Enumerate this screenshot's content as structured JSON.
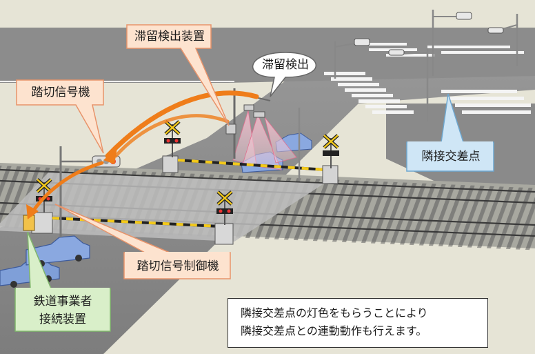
{
  "labels": {
    "detector_device": "滞留検出装置",
    "detection": "滞留検出",
    "crossing_signal": "踏切信号機",
    "adjacent_intersection": "隣接交差点",
    "crossing_signal_controller": "踏切信号制御機",
    "railway_connection_line1": "鉄道事業者",
    "railway_connection_line2": "接続装置"
  },
  "note": {
    "line1": "隣接交差点の灯色をもらうことにより",
    "line2": "隣接交差点との連動動作も行えます。"
  },
  "colors": {
    "orange_callout": "#fde3cf",
    "orange_stroke": "#e8936a",
    "blue_callout": "#cfe6f6",
    "blue_stroke": "#6ea7cf",
    "green_callout": "#d9efc9",
    "green_stroke": "#7fb56b",
    "arrow_orange": "#ef7d1a",
    "road_gray": "#8a8a8a",
    "sidewalk": "#e4e2d2"
  }
}
